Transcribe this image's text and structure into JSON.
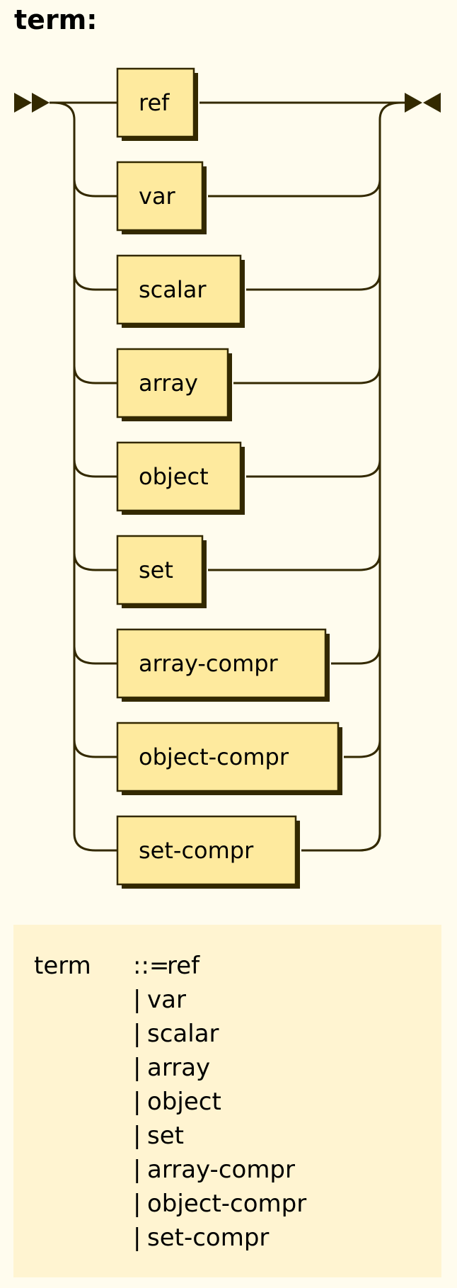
{
  "rule": {
    "name": "term:"
  },
  "diagram": {
    "alternatives": [
      {
        "label": "ref"
      },
      {
        "label": "var"
      },
      {
        "label": "scalar"
      },
      {
        "label": "array"
      },
      {
        "label": "object"
      },
      {
        "label": "set"
      },
      {
        "label": "array-compr"
      },
      {
        "label": "object-compr"
      },
      {
        "label": "set-compr"
      }
    ],
    "colors": {
      "background": "#FFFCEE",
      "box_fill": "#FEEA9E",
      "box_stroke": "#332900",
      "line": "#332900",
      "shadow": "#332900",
      "grammar_bg": "#FFF4D1"
    }
  },
  "grammar": {
    "lhs": "term",
    "define_op": "::=",
    "first": "ref",
    "bar": "|",
    "rest": [
      "var",
      "scalar",
      "array",
      "object",
      "set",
      "array-compr",
      "object-compr",
      "set-compr"
    ]
  }
}
